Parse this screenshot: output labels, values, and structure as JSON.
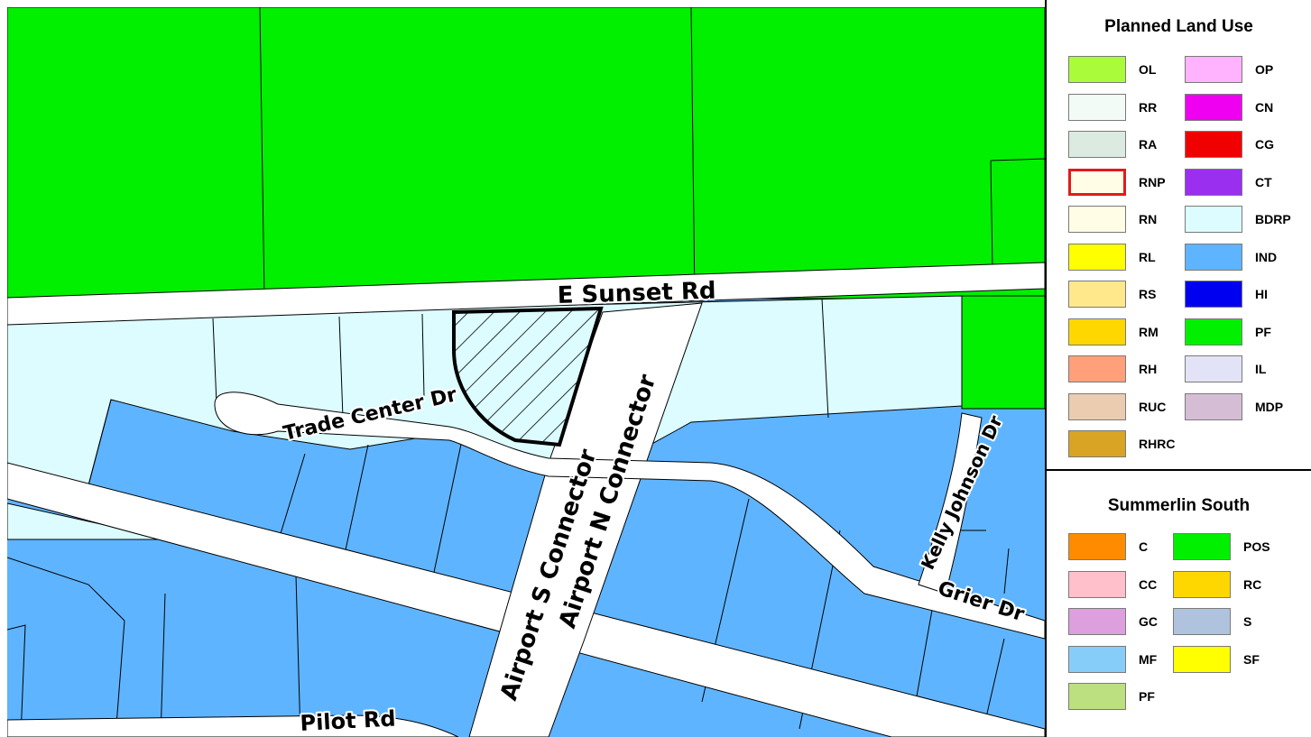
{
  "map": {
    "roads": {
      "e_sunset": "E Sunset Rd",
      "trade_center": "Trade Center Dr",
      "airport_s": "Airport S Connector",
      "airport_n": "Airport N Connector",
      "kelly_johnson": "Kelly Johnson Dr",
      "grier": "Grier Dr",
      "pilot": "Pilot Rd"
    },
    "colors": {
      "public_facility": "#00f000",
      "industrial": "#5fb4ff",
      "business_design": "#dcfcff",
      "outline": "#000000",
      "road": "#ffffff"
    }
  },
  "legend": {
    "planned": {
      "title": "Planned Land Use",
      "left": [
        {
          "code": "OL",
          "color": "#aafc3a"
        },
        {
          "code": "RR",
          "color": "#f3fbf6"
        },
        {
          "code": "RA",
          "color": "#dcebe1"
        },
        {
          "code": "RNP",
          "color": "#fffde5"
        },
        {
          "code": "RN",
          "color": "#fffde5"
        },
        {
          "code": "RL",
          "color": "#ffff00"
        },
        {
          "code": "RS",
          "color": "#ffe88c"
        },
        {
          "code": "RM",
          "color": "#ffd700"
        },
        {
          "code": "RH",
          "color": "#ffa07a"
        },
        {
          "code": "RUC",
          "color": "#ecccb0"
        },
        {
          "code": "RHRC",
          "color": "#d9a424"
        }
      ],
      "right": [
        {
          "code": "OP",
          "color": "#ffb3ff"
        },
        {
          "code": "CN",
          "color": "#f000f0"
        },
        {
          "code": "CG",
          "color": "#f00000"
        },
        {
          "code": "CT",
          "color": "#9b2ff0"
        },
        {
          "code": "BDRP",
          "color": "#dcfcff"
        },
        {
          "code": "IND",
          "color": "#5fb4ff"
        },
        {
          "code": "HI",
          "color": "#0000f0"
        },
        {
          "code": "PF",
          "color": "#00f000"
        },
        {
          "code": "IL",
          "color": "#e3e3f7"
        },
        {
          "code": "MDP",
          "color": "#d6bdd6"
        }
      ]
    },
    "summerlin": {
      "title": "Summerlin South",
      "left": [
        {
          "code": "C",
          "color": "#ff8c00"
        },
        {
          "code": "CC",
          "color": "#ffc0cb"
        },
        {
          "code": "GC",
          "color": "#dd9fdd"
        },
        {
          "code": "MF",
          "color": "#87cdfa"
        },
        {
          "code": "PF",
          "color": "#bce080"
        }
      ],
      "right": [
        {
          "code": "POS",
          "color": "#00f000"
        },
        {
          "code": "RC",
          "color": "#ffd700"
        },
        {
          "code": "S",
          "color": "#b0c3de"
        },
        {
          "code": "SF",
          "color": "#ffff00"
        }
      ]
    }
  }
}
